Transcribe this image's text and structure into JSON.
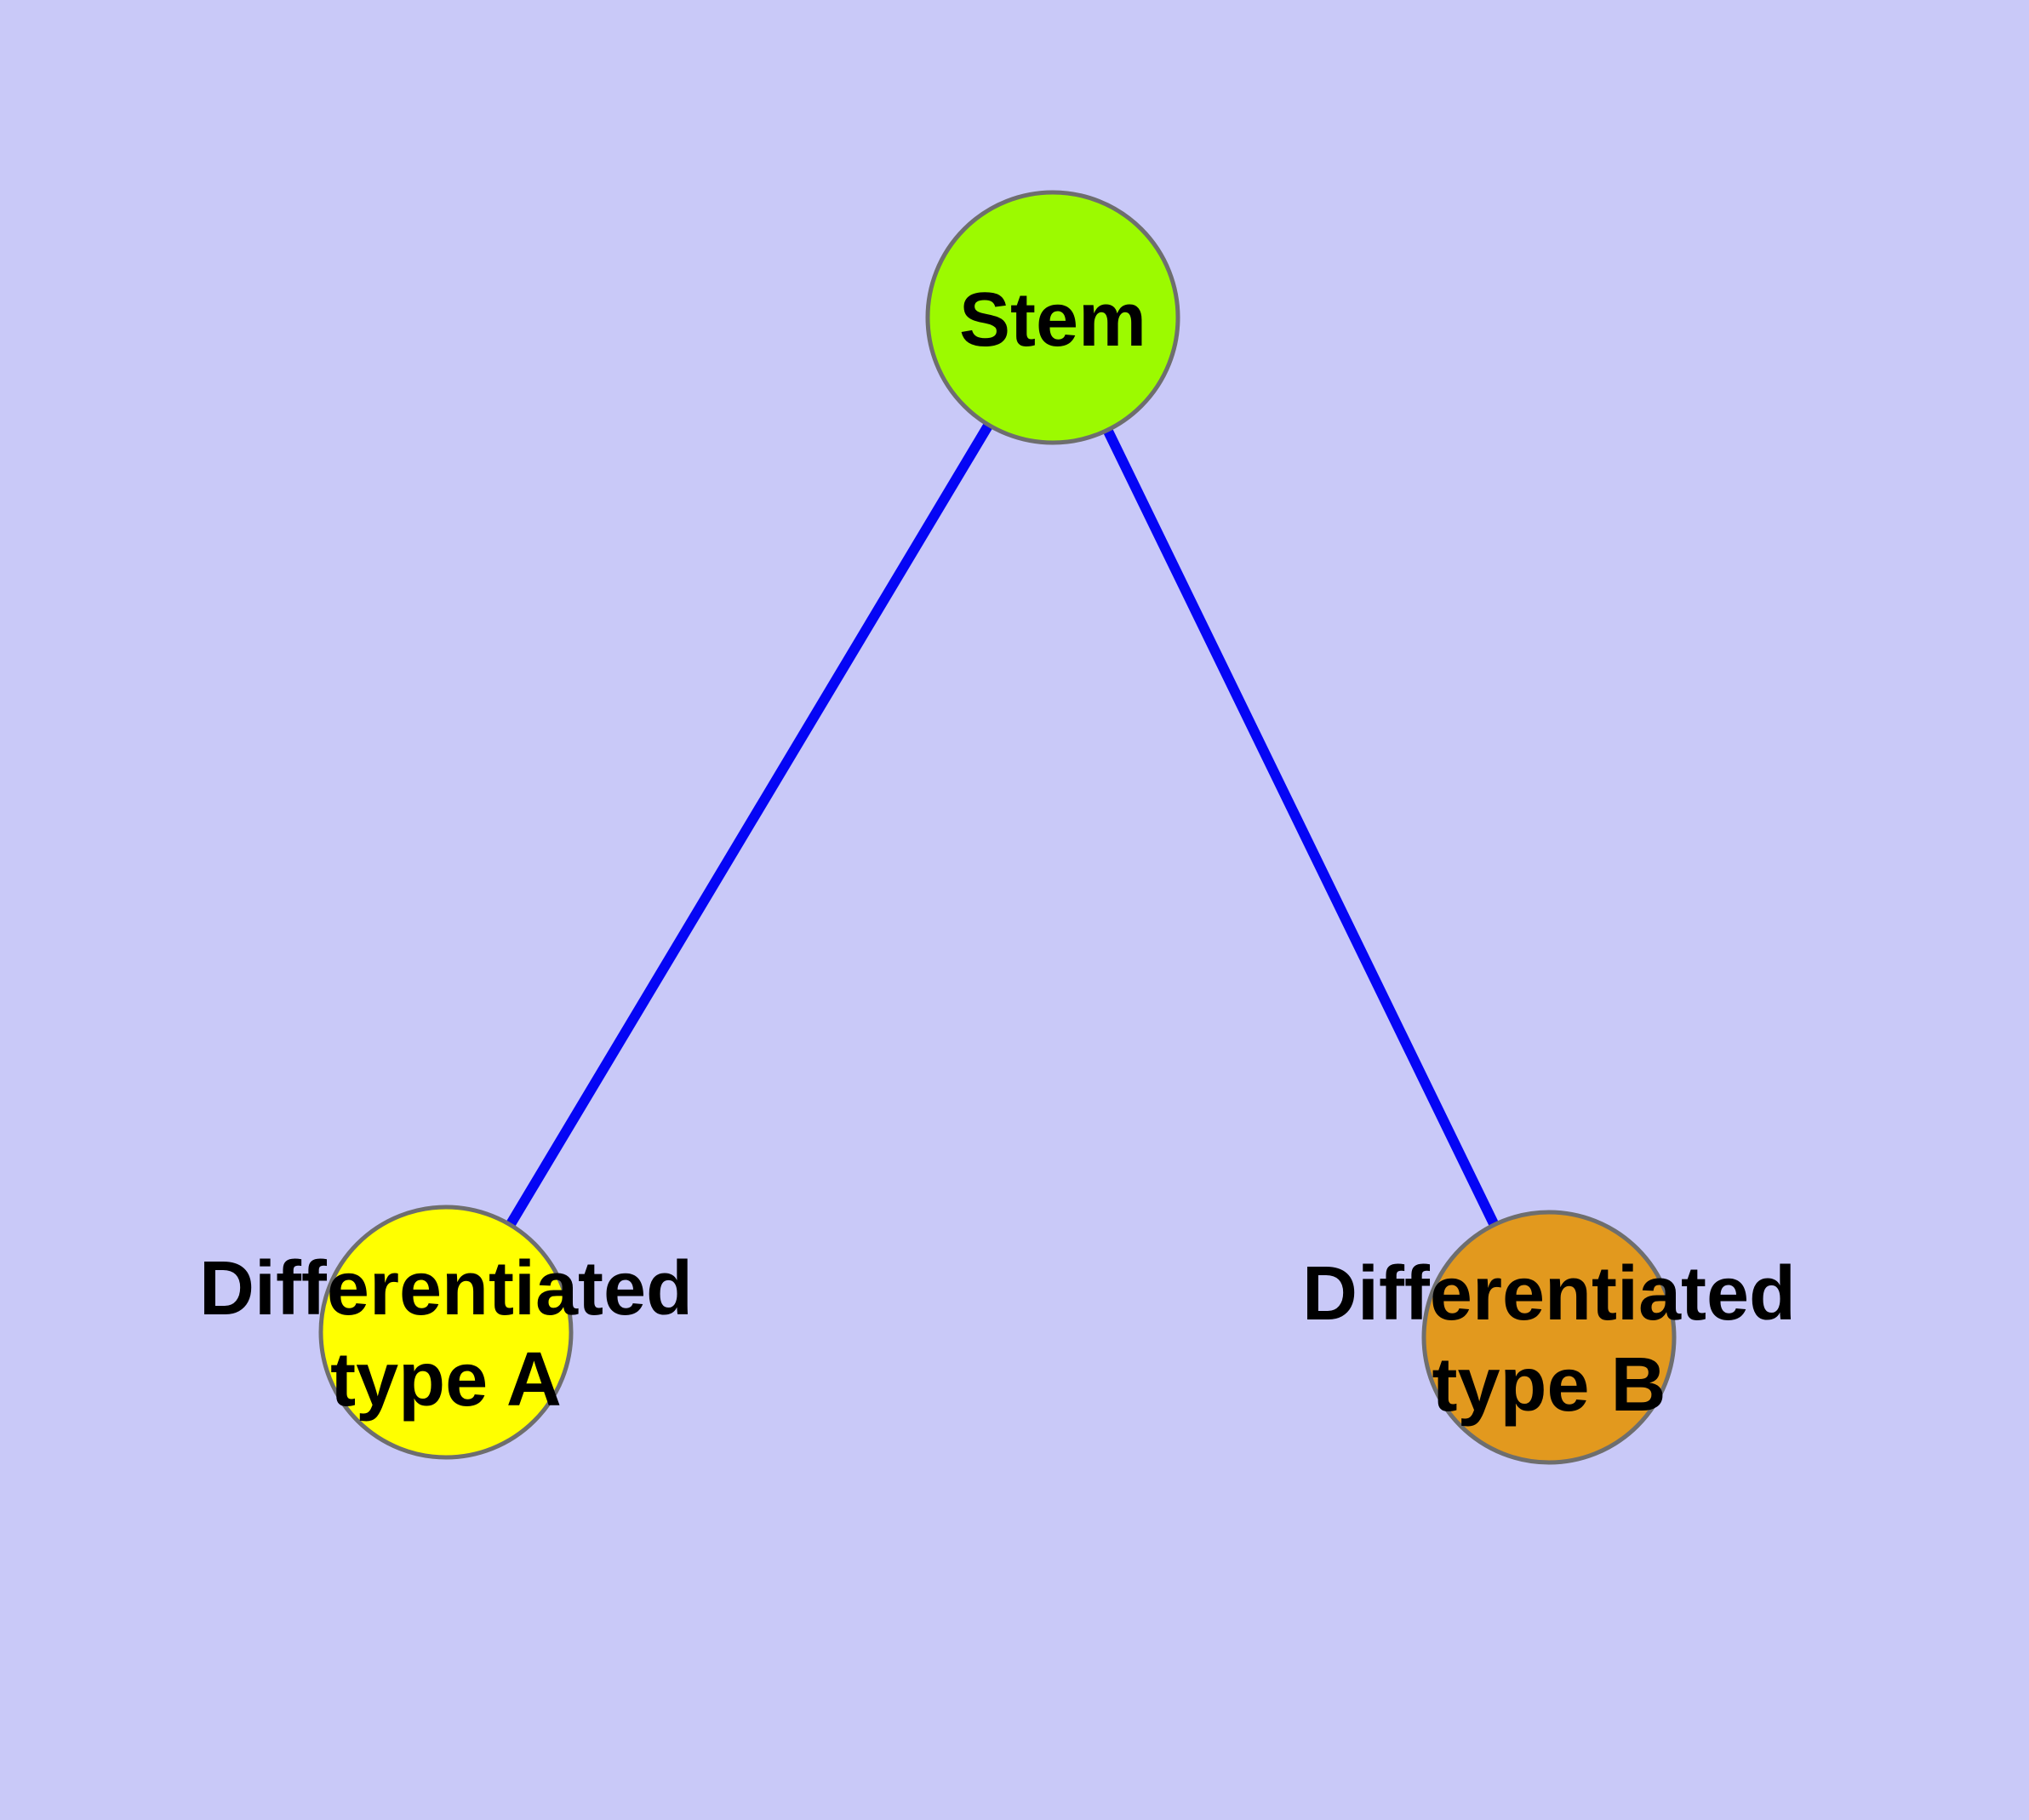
{
  "colors": {
    "background": "#C9C9F8",
    "edge": "#0505F5",
    "node_border": "#6E6E6E",
    "label_text": "#000000"
  },
  "nodes": {
    "stem": {
      "label": "Stem",
      "fill": "#9CFA00"
    },
    "typeA": {
      "label": "Differentiated type A",
      "label_lines": [
        "Differentiated",
        "type A"
      ],
      "fill": "#FFFF00"
    },
    "typeB": {
      "label": "Differentiated type B",
      "label_lines": [
        "Differentiated",
        "type B"
      ],
      "fill": "#E2991E"
    }
  },
  "edges": [
    {
      "from": "stem",
      "to": "typeA"
    },
    {
      "from": "stem",
      "to": "typeB"
    }
  ]
}
